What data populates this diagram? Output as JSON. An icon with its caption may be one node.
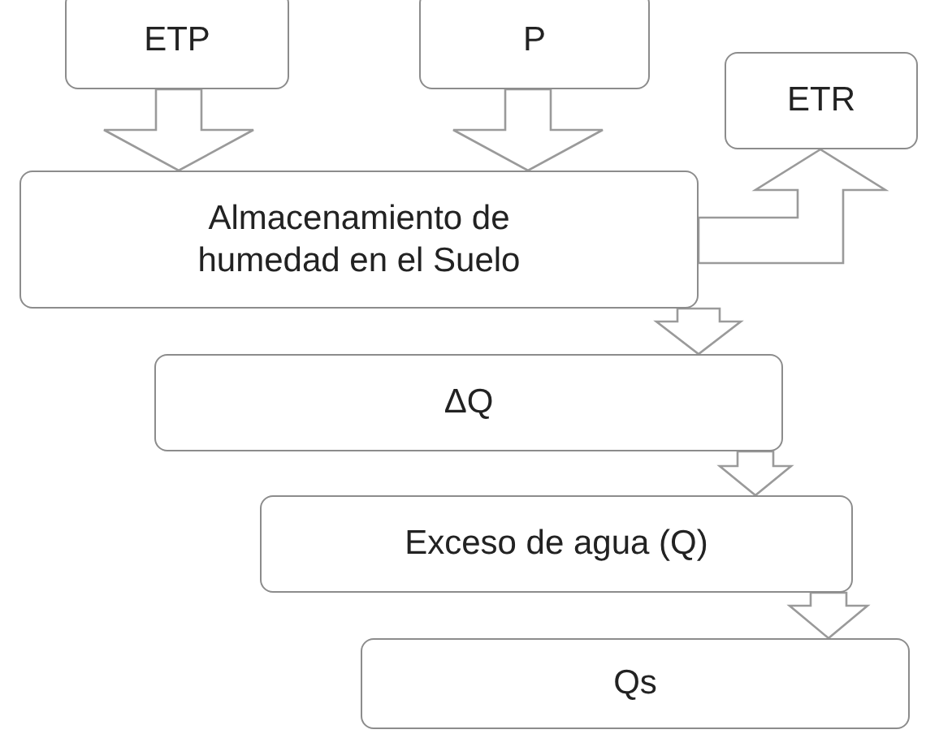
{
  "diagram": {
    "nodes": [
      {
        "text": [
          "ETP"
        ]
      },
      {
        "text": [
          "P"
        ]
      },
      {
        "text": [
          "ETR"
        ]
      },
      {
        "text": [
          "Almacenamiento de humedad en el Suelo"
        ]
      },
      {
        "text": [
          "ΔQ"
        ]
      },
      {
        "text": [
          "Exceso de agua (Q)"
        ]
      },
      {
        "text": [
          "Qs"
        ]
      }
    ],
    "edges": [
      {
        "from": 0,
        "to": 3,
        "arrow": "to"
      },
      {
        "from": 1,
        "to": 3,
        "arrow": "to"
      },
      {
        "from": 3,
        "to": 2,
        "arrow": "to"
      },
      {
        "from": 3,
        "to": 4,
        "arrow": "to"
      },
      {
        "from": 4,
        "to": 5,
        "arrow": "to"
      },
      {
        "from": 5,
        "to": 6,
        "arrow": "to"
      }
    ]
  }
}
